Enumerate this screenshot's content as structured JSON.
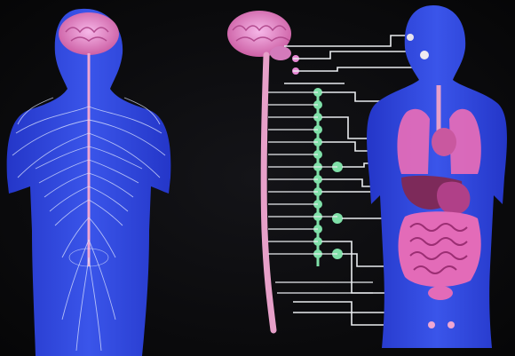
{
  "colors": {
    "background": "#0b0b0e",
    "body_blue": "#2d3fd6",
    "body_blue_light": "#4a63f0",
    "nerve_white": "#dfe6ff",
    "brain_pink": "#e88ad6",
    "spine_pink": "#e7a0c9",
    "ganglion_green": "#7fe0a8",
    "connector_white": "#e9ecef",
    "organ_pink": "#e36bb8",
    "organ_dark": "#9b2e73"
  },
  "figures": [
    {
      "kind": "nervous-system-silhouette",
      "icon": "body-nerve-map"
    },
    {
      "kind": "brain-and-spinal-cord",
      "icon": "spinal-cord-with-ganglia"
    },
    {
      "kind": "organ-silhouette",
      "icon": "torso-organs"
    }
  ]
}
